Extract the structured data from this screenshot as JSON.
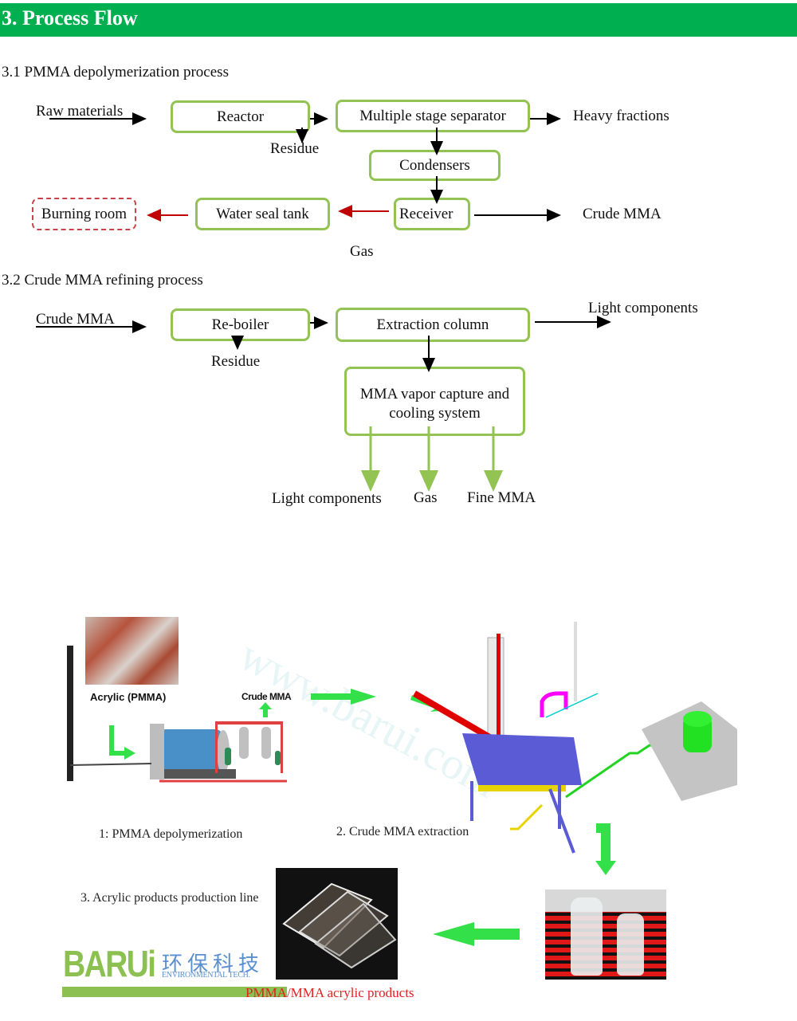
{
  "header": {
    "title": "3. Process Flow",
    "banner_color": "#00b050"
  },
  "section1": {
    "title": "3.1 PMMA depolymerization process",
    "input_label": "Raw materials",
    "nodes": {
      "reactor": "Reactor",
      "separator": "Multiple stage separator",
      "condensers": "Condensers",
      "receiver": "Receiver",
      "water_seal_tank": "Water seal tank",
      "burning_room": "Burning room"
    },
    "outputs": {
      "residue": "Residue",
      "heavy_fractions": "Heavy fractions",
      "crude_mma": "Crude MMA",
      "gas": "Gas"
    }
  },
  "section2": {
    "title": "3.2 Crude MMA refining process",
    "input_label": "Crude MMA",
    "nodes": {
      "reboiler": "Re-boiler",
      "extraction_column": "Extraction column",
      "vapor_capture_line1": "MMA vapor capture and",
      "vapor_capture_line2": "cooling system"
    },
    "outputs": {
      "residue": "Residue",
      "light_components_top": "Light components",
      "light_components": "Light components",
      "gas": "Gas",
      "fine_mma": "Fine MMA"
    }
  },
  "illustration": {
    "acrylic_label": "Acrylic (PMMA)",
    "crude_mma_label": "Crude MMA",
    "step1_caption": "1: PMMA depolymerization",
    "step2_caption": "2. Crude MMA extraction",
    "step3_caption": "3. Acrylic products production line",
    "products_label": "PMMA/MMA acrylic products",
    "watermark": "www.barui.com",
    "logo": {
      "brand": "BARUi",
      "chinese": "环保科技",
      "english": "ENVIRONMENTAL TECH."
    }
  },
  "colors": {
    "box_border": "#92c353",
    "red_arrow": "#c00000",
    "dashed_border": "#c8424a",
    "green_arrow": "#33e04a"
  }
}
